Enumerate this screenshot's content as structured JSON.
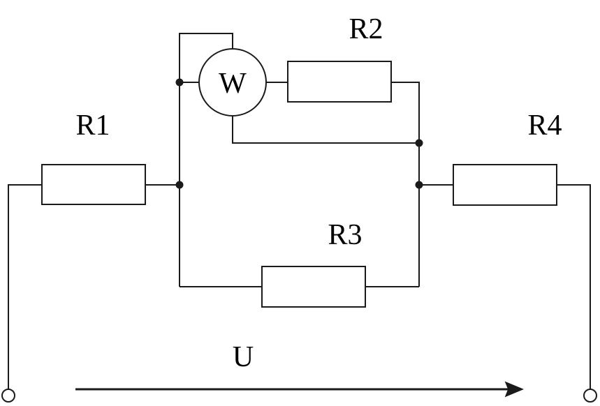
{
  "labels": {
    "r1": "R1",
    "r2": "R2",
    "r3": "R3",
    "r4": "R4",
    "wattmeter": "W",
    "voltage": "U"
  },
  "colors": {
    "line": "#1a1a1a",
    "background": "#ffffff"
  }
}
